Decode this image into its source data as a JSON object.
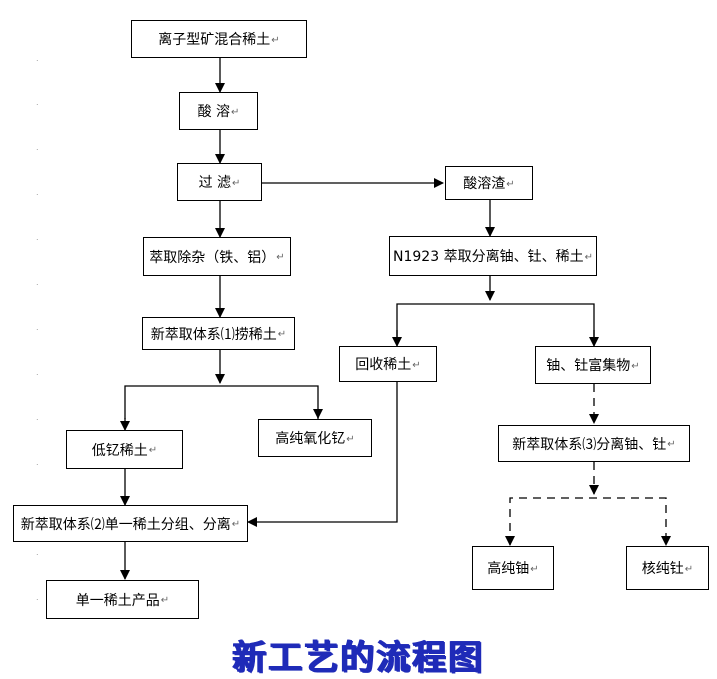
{
  "title": "新工艺的流程图",
  "paragraph_mark": "↵",
  "margin_mark": ".",
  "nodes": {
    "n1": "离子型矿混合稀土",
    "n2": "酸 溶",
    "n3": "过 滤",
    "n4": "酸溶渣",
    "n5": "萃取除杂（铁、铝）",
    "n6": "N1923 萃取分离铀、钍、稀土",
    "n7": "新萃取体系⑴捞稀土",
    "n8": "回收稀土",
    "n9": "铀、钍富集物",
    "n10": "低钇稀土",
    "n11": "高纯氧化钇",
    "n12": "新萃取体系⑶分离铀、钍",
    "n13": "新萃取体系⑵单一稀土分组、分离",
    "n14": "高纯铀",
    "n15": "核纯钍",
    "n16": "单一稀土产品"
  }
}
